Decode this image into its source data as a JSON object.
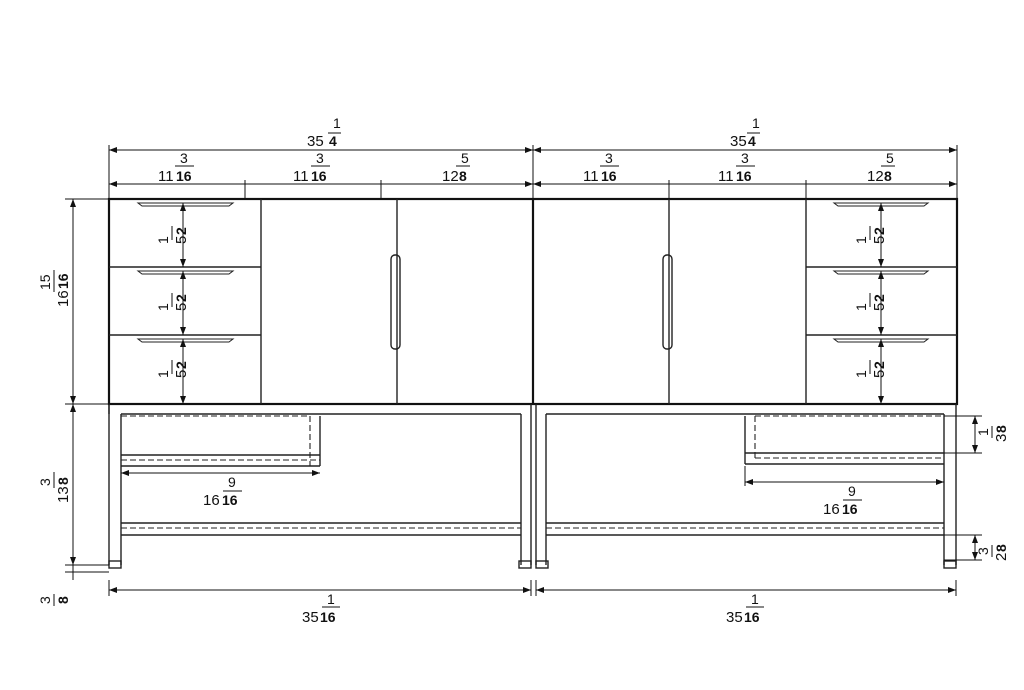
{
  "dimensions": {
    "overall_left": {
      "whole": "35",
      "num": "1",
      "den": "4"
    },
    "overall_right": {
      "whole": "35",
      "num": "1",
      "den": "4"
    },
    "top_segments": [
      {
        "whole": "11",
        "num": "3",
        "den": "16"
      },
      {
        "whole": "11",
        "num": "3",
        "den": "16"
      },
      {
        "whole": "12",
        "num": "5",
        "den": "8"
      },
      {
        "whole": "11",
        "num": "3",
        "den": "16"
      },
      {
        "whole": "11",
        "num": "3",
        "den": "16"
      },
      {
        "whole": "12",
        "num": "5",
        "den": "8"
      }
    ],
    "drawer_height": {
      "whole": "5",
      "num": "1",
      "den": "2"
    },
    "cabinet_height": {
      "whole": "16",
      "num": "15",
      "den": "16"
    },
    "base_height": {
      "whole": "13",
      "num": "3",
      "den": "8"
    },
    "foot_height": {
      "whole": "",
      "num": "3",
      "den": "8"
    },
    "tray_left": {
      "whole": "16",
      "num": "9",
      "den": "16"
    },
    "tray_right": {
      "whole": "16",
      "num": "9",
      "den": "16"
    },
    "tray_side": {
      "whole": "3",
      "num": "1",
      "den": "8"
    },
    "shelf_side": {
      "whole": "2",
      "num": "3",
      "den": "8"
    },
    "bottom_left": {
      "whole": "35",
      "num": "1",
      "den": "16"
    },
    "bottom_right": {
      "whole": "35",
      "num": "1",
      "den": "16"
    }
  }
}
